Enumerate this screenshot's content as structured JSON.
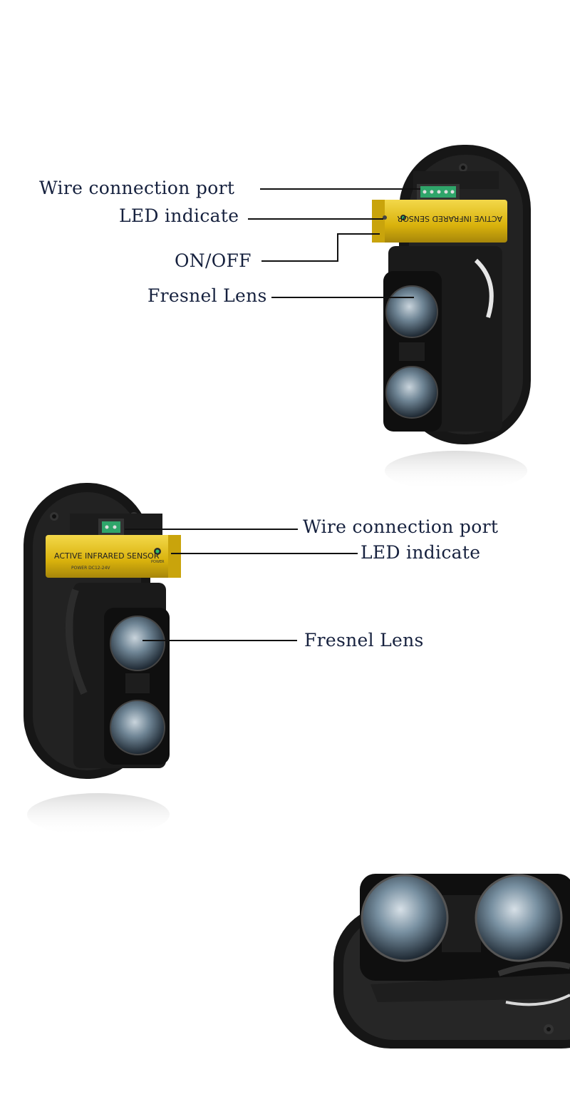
{
  "top_labels": {
    "wire_port": "Wire connection port",
    "led": "LED indicate",
    "on_off": "ON/OFF",
    "lens": "Fresnel Lens"
  },
  "middle_labels": {
    "wire_port": "Wire connection port",
    "led": "LED indicate",
    "lens": "Fresnel Lens"
  },
  "sensor_band": {
    "title": "ACTIVE INFRARED SENSOR",
    "power_spec": "POWER DC12-24V",
    "power_label": "POWER"
  },
  "colors": {
    "label_text": "#16213e",
    "housing": "#151515",
    "band": "#e9c416"
  }
}
